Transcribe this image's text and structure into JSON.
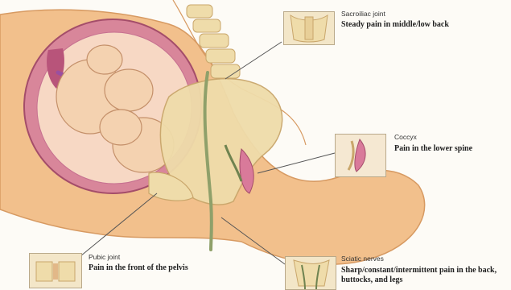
{
  "callouts": {
    "sacroiliac": {
      "title": "Sacroiliac joint",
      "description": "Steady pain in middle/low back"
    },
    "coccyx": {
      "title": "Coccyx",
      "description": "Pain in the lower spine"
    },
    "pubic": {
      "title": "Pubic joint",
      "description": "Pain in the front of the pelvis"
    },
    "sciatic": {
      "title": "Sciatic nerves",
      "description": "Sharp/constant/intermittent pain in the back, buttocks, and legs"
    }
  },
  "colors": {
    "skin": "#f2c08c",
    "skin_dark": "#e3a56f",
    "uterus": "#d8869a",
    "uterus_inner": "#b8547a",
    "bone": "#efdcaa",
    "bone_outline": "#c9a66b",
    "nerve": "#8fa06a",
    "leader": "#555555"
  }
}
